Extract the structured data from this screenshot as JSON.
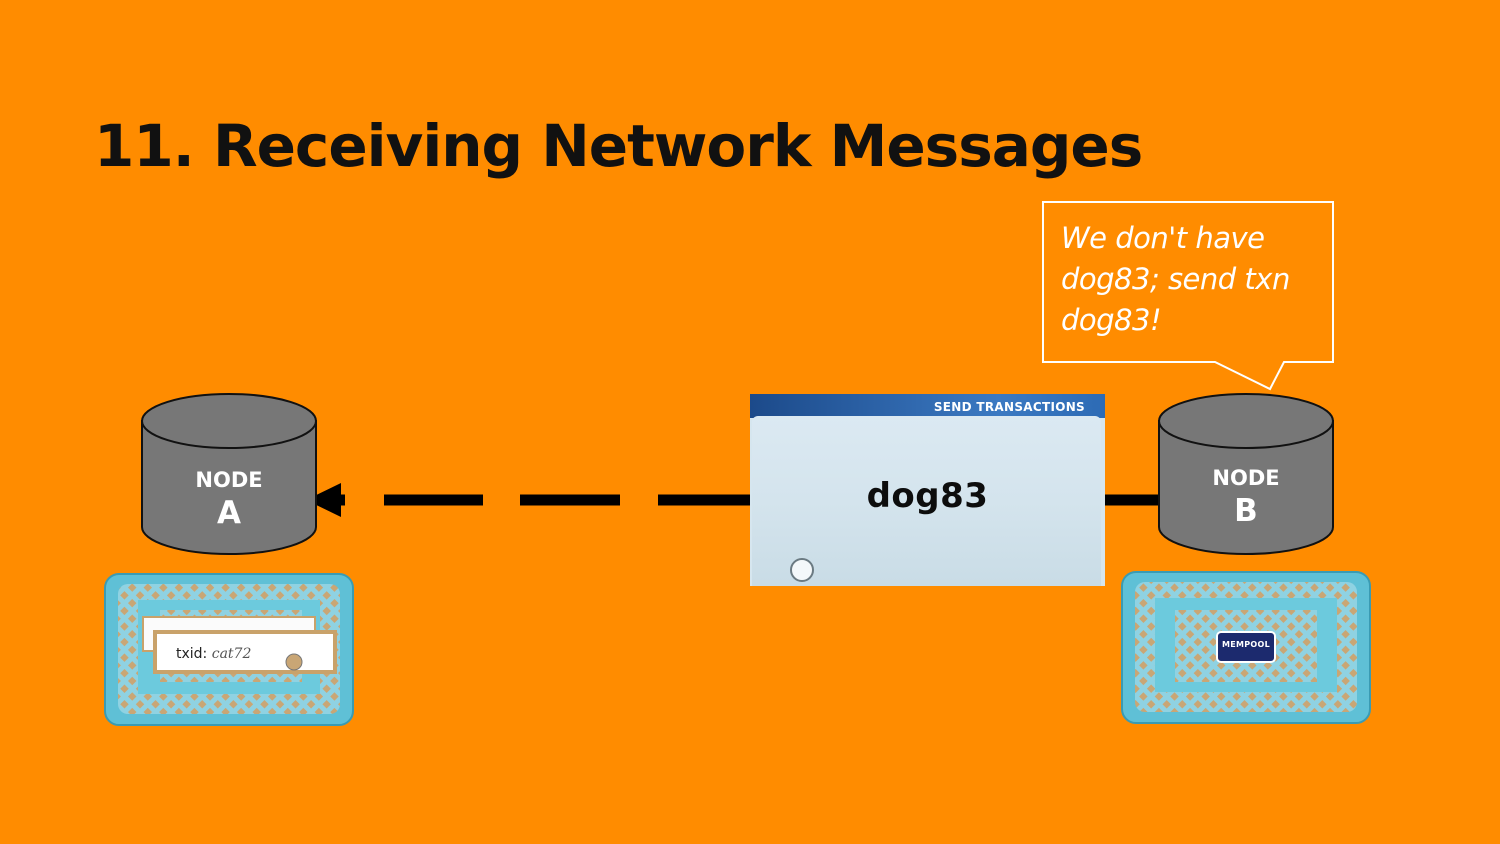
{
  "slide": {
    "title": "11. Receiving Network Messages"
  },
  "callout": {
    "text": "We don't have dog83; send txn dog83!"
  },
  "nodes": [
    {
      "id": "A",
      "label_top": "NODE",
      "label_bottom": "A"
    },
    {
      "id": "B",
      "label_top": "NODE",
      "label_bottom": "B"
    }
  ],
  "message_card": {
    "header": "SEND TRANSACTIONS",
    "txid": "dog83"
  },
  "mempool_a": {
    "slip_label": "txid:",
    "slip_value": "cat72"
  },
  "mempool_b": {
    "label": "MEMPOOL"
  },
  "colors": {
    "background": "#ff8c00",
    "node_fill": "#777777",
    "basket": "#5fc0d6",
    "callout_border": "#ffffff"
  }
}
